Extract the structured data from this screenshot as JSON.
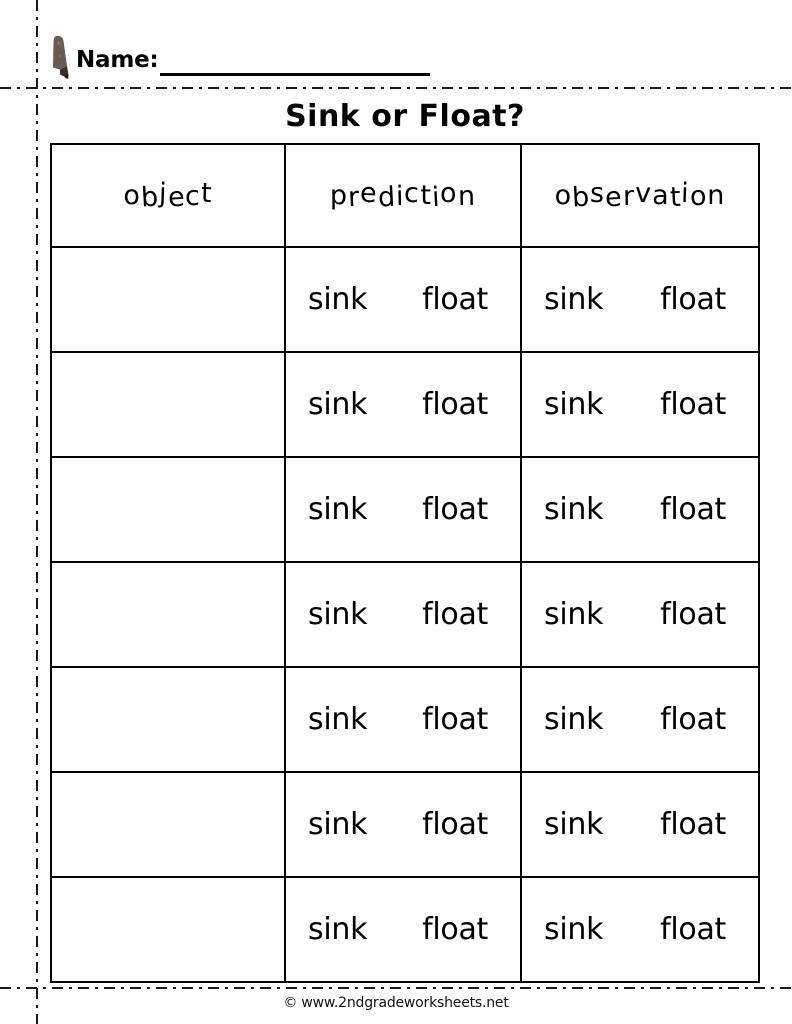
{
  "page": {
    "title": "Sink or Float?",
    "name_label": "Name:",
    "name_value": "",
    "pencil_icon": "pencil-icon",
    "footer_credit": "© www.2ndgradeworksheets.net"
  },
  "colors": {
    "ink": "#000000",
    "pencil_body": "#6b5b55",
    "pencil_tip": "#2b2320",
    "cut_line": "#1a1a1a",
    "paper": "#ffffff"
  },
  "table": {
    "columns": [
      "object",
      "prediction",
      "observation"
    ],
    "choices": [
      "sink",
      "float"
    ],
    "row_count": 7,
    "rows": [
      {
        "object": "",
        "prediction": [
          "sink",
          "float"
        ],
        "observation": [
          "sink",
          "float"
        ]
      },
      {
        "object": "",
        "prediction": [
          "sink",
          "float"
        ],
        "observation": [
          "sink",
          "float"
        ]
      },
      {
        "object": "",
        "prediction": [
          "sink",
          "float"
        ],
        "observation": [
          "sink",
          "float"
        ]
      },
      {
        "object": "",
        "prediction": [
          "sink",
          "float"
        ],
        "observation": [
          "sink",
          "float"
        ]
      },
      {
        "object": "",
        "prediction": [
          "sink",
          "float"
        ],
        "observation": [
          "sink",
          "float"
        ]
      },
      {
        "object": "",
        "prediction": [
          "sink",
          "float"
        ],
        "observation": [
          "sink",
          "float"
        ]
      },
      {
        "object": "",
        "prediction": [
          "sink",
          "float"
        ],
        "observation": [
          "sink",
          "float"
        ]
      }
    ]
  }
}
